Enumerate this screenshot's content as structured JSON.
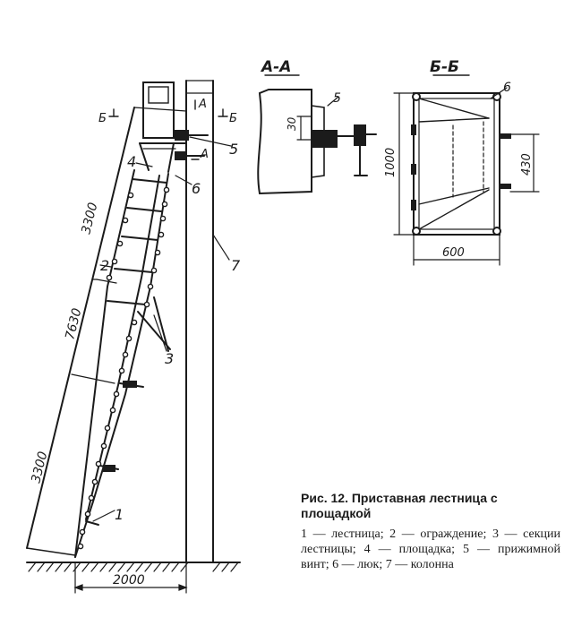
{
  "figure": {
    "caption_title": "Рис. 12. Приставная лестница с площадкой",
    "caption_legend": "1 — лестница; 2 — ограждение; 3 — секции лестницы; 4 — площадка; 5 — прижимной винт; 6 — люк; 7 — колонна"
  },
  "views": {
    "section_a": "А-А",
    "section_b": "Б-Б"
  },
  "section_markers": {
    "a": "А",
    "b": "Б"
  },
  "dimensions": {
    "ladder_upper": "3300",
    "ladder_middle": "7630",
    "ladder_lower": "3300",
    "base_width": "2000",
    "screw_offset": "30",
    "platform_height": "1000",
    "hatch_height": "430",
    "platform_width": "600"
  },
  "labels": {
    "ladder": "1",
    "railing": "2",
    "ladder_sections": "3",
    "platform": "4",
    "clamp_screw": "5",
    "hatch": "6",
    "column": "7"
  }
}
